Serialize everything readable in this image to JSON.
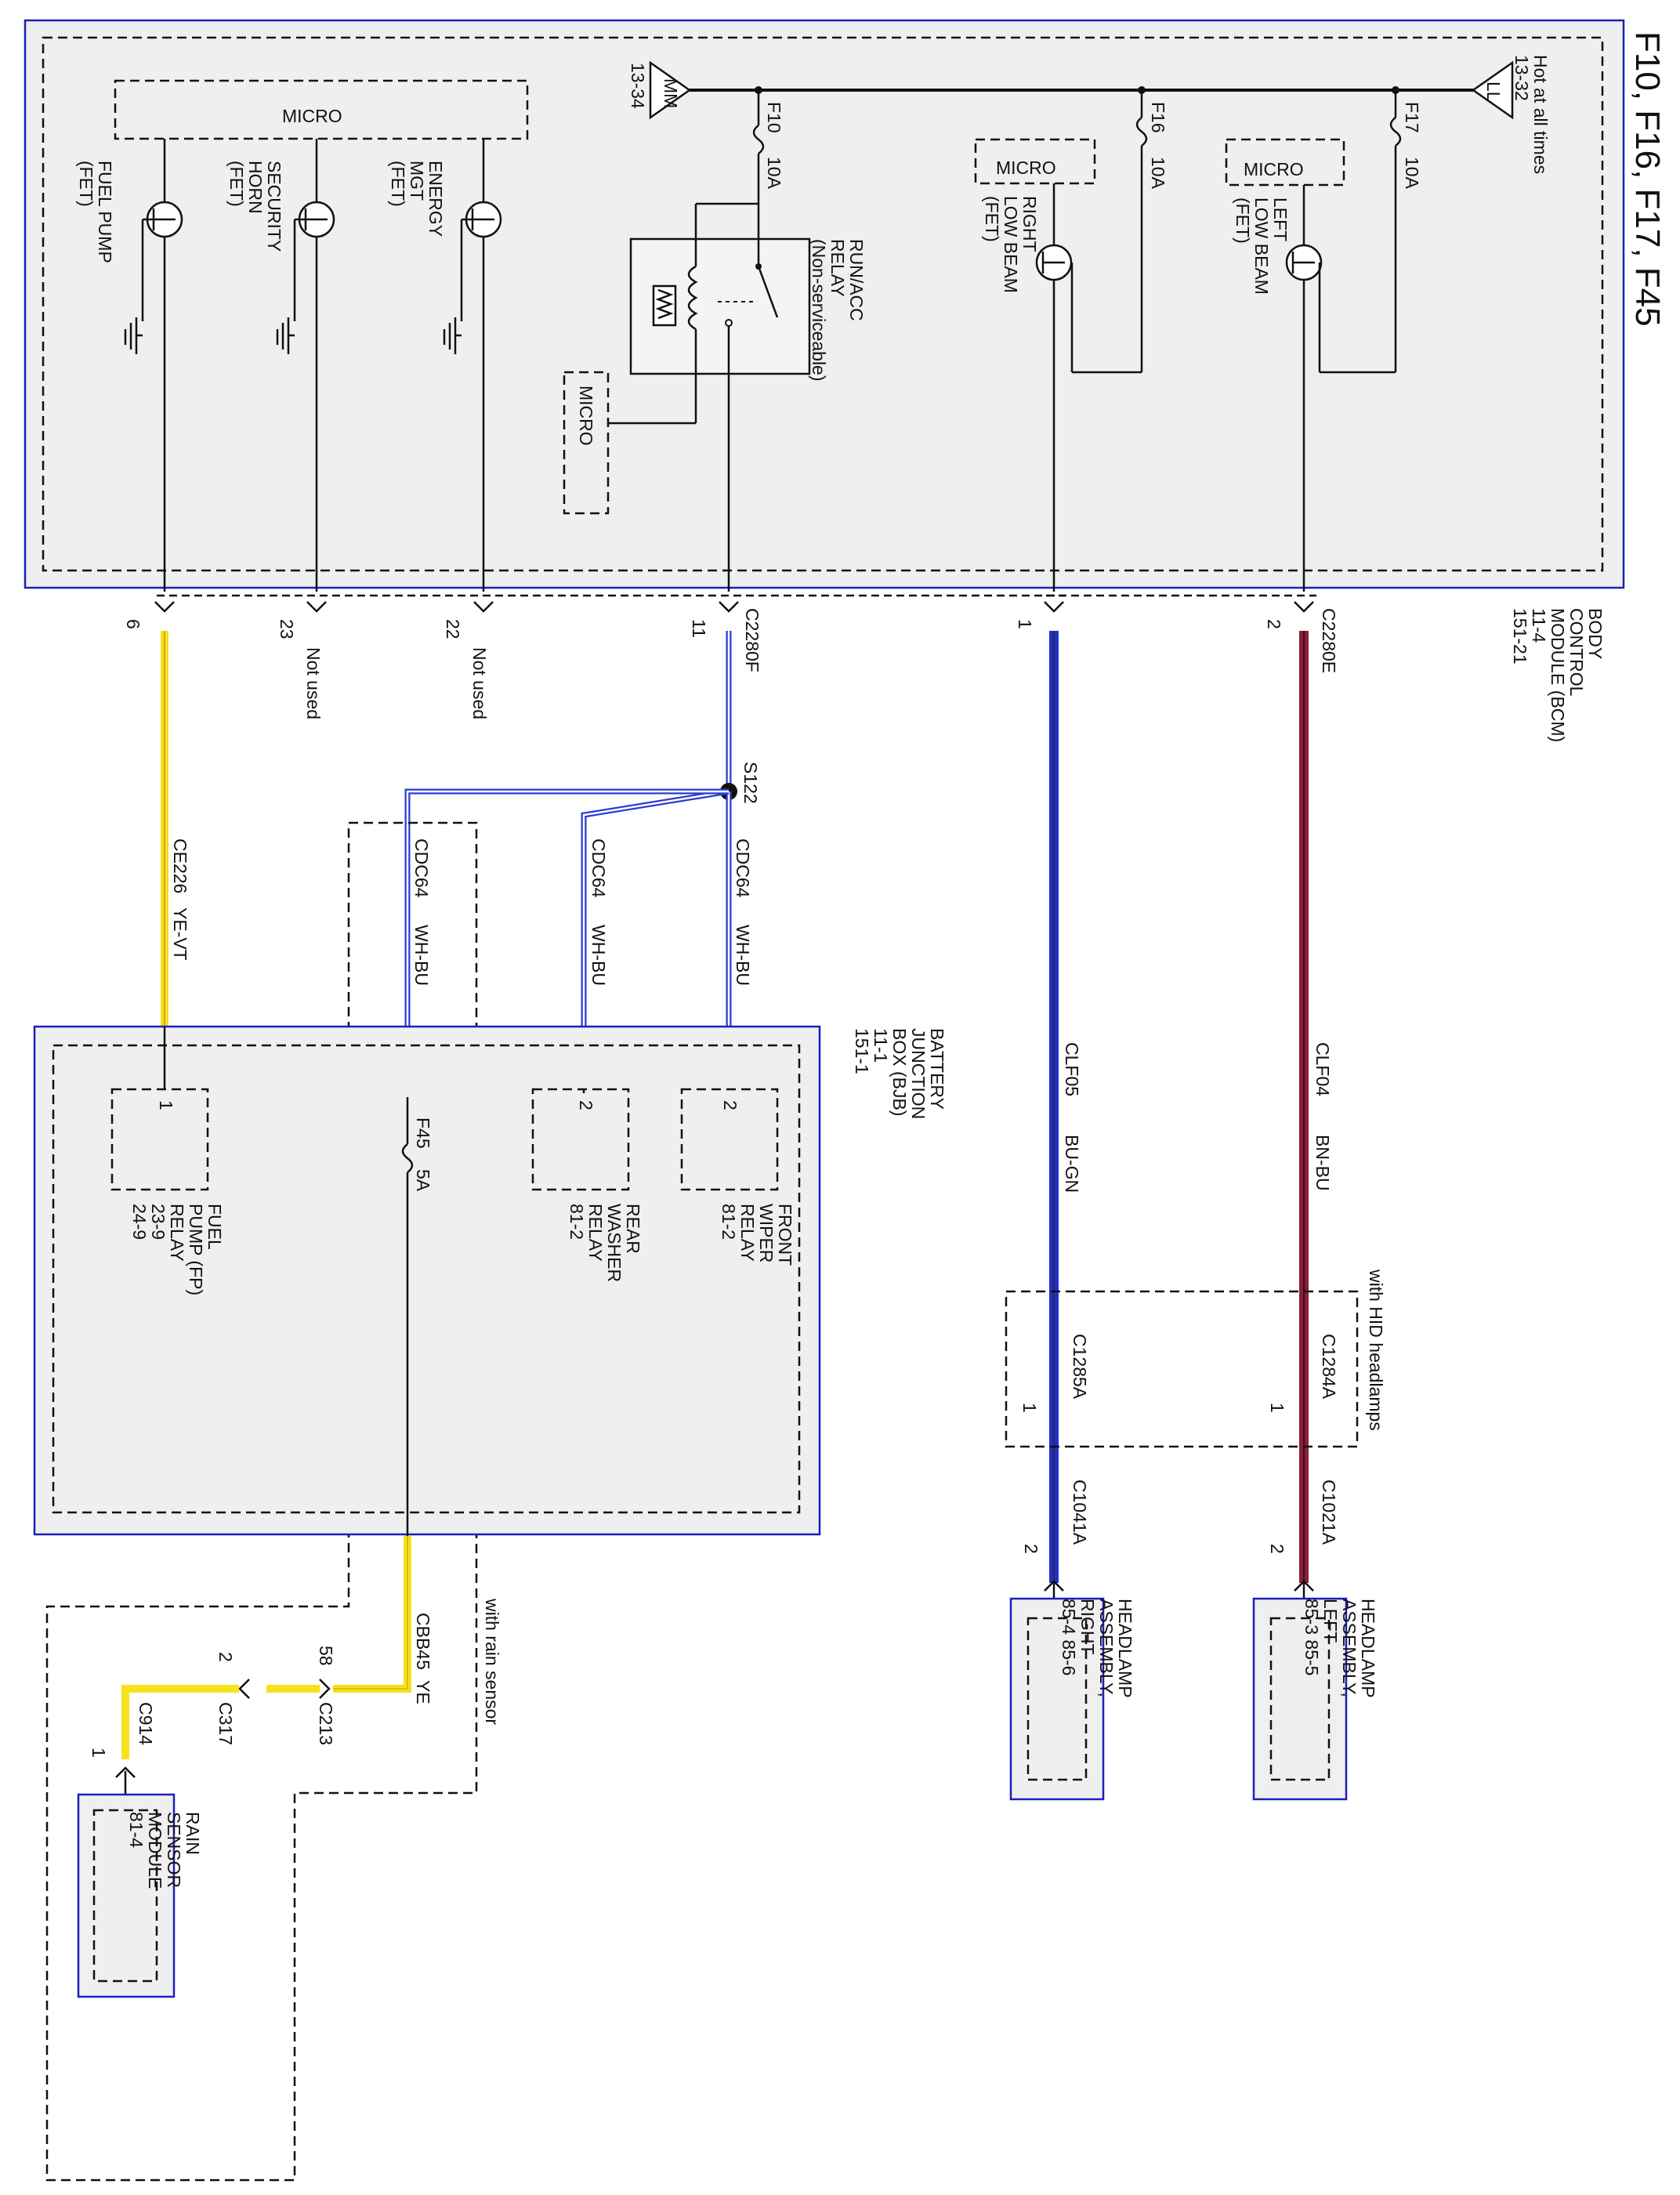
{
  "title": "F10, F16, F17, F45",
  "bcm": {
    "hot_label": "Hot at all times",
    "hot_ref": "13-32",
    "hot_tag": "LL",
    "mm_tag": "MM",
    "mm_ref": "13-34",
    "fuse_f10": "F10",
    "fuse_f10_amp": "10A",
    "fuse_f16": "F16",
    "fuse_f16_amp": "10A",
    "fuse_f17": "F17",
    "fuse_f17_amp": "10A",
    "micro_top": "MICRO",
    "micro_right_beam": "MICRO",
    "micro_left_beam": "MICRO",
    "micro_relay": "MICRO",
    "fuel_pump_fet": [
      "FUEL PUMP",
      "(FET)"
    ],
    "security_horn_fet": [
      "SECURITY",
      "HORN",
      "(FET)"
    ],
    "energy_mgt_fet": [
      "ENERGY",
      "MGT",
      "(FET)"
    ],
    "run_acc_relay": [
      "RUN/ACC",
      "RELAY",
      "(Non-serviceable)"
    ],
    "right_low_beam_fet": [
      "RIGHT",
      "LOW BEAM",
      "(FET)"
    ],
    "left_low_beam_fet": [
      "LEFT",
      "LOW BEAM",
      "(FET)"
    ],
    "module_name": [
      "BODY",
      "CONTROL",
      "MODULE (BCM)",
      "11-4",
      "151-21"
    ]
  },
  "connectors": {
    "c2280f": "C2280F",
    "c2280e": "C2280E",
    "pin_6": "6",
    "pin_23": "23",
    "pin_22": "22",
    "pin_11": "11",
    "pin_1": "1",
    "pin_2": "2",
    "not_used_23": "Not used",
    "not_used_22": "Not used"
  },
  "wires": {
    "ce226": "CE226",
    "ce226_color": "YE-VT",
    "cdc64_a": "CDC64",
    "cdc64_a_color": "WH-BU",
    "cdc64_b": "CDC64",
    "cdc64_b_color": "WH-BU",
    "cdc64_c": "CDC64",
    "cdc64_c_color": "WH-BU",
    "clf05": "CLF05",
    "clf05_color": "BU-GN",
    "clf04": "CLF04",
    "clf04_color": "BN-BU",
    "cbb45": "CBB45",
    "cbb45_color": "YE",
    "splice": "S122"
  },
  "bjb": {
    "module_name": [
      "BATTERY",
      "JUNCTION",
      "BOX (BJB)",
      "11-1",
      "151-1"
    ],
    "fuel_pump_relay": [
      "FUEL",
      "PUMP (FP)",
      "RELAY",
      "23-9",
      "24-9"
    ],
    "fuel_pump_relay_pin": "1",
    "rear_washer_relay": [
      "REAR",
      "WASHER",
      "RELAY",
      "81-2"
    ],
    "rear_washer_relay_pin": "2",
    "front_wiper_relay": [
      "FRONT",
      "WIPER",
      "RELAY",
      "81-2"
    ],
    "front_wiper_relay_pin": "2",
    "fuse_f45": "F45",
    "fuse_f45_amp": "5A"
  },
  "hid": {
    "label": "with HID headlamps",
    "c1285a": "C1285A",
    "c1284a": "C1284A",
    "pin_1a": "1",
    "pin_1b": "1"
  },
  "headlamps": {
    "c1041a": "C1041A",
    "c1021a": "C1021A",
    "pin_2a": "2",
    "pin_2b": "2",
    "right": [
      "HEADLAMP",
      "ASSEMBLY,",
      "RIGHT",
      "85-4  85-6"
    ],
    "left": [
      "HEADLAMP",
      "ASSEMBLY,",
      "LEFT",
      "85-3  85-5"
    ]
  },
  "rain": {
    "label": "with rain sensor",
    "c213": "C213",
    "c213_pin": "58",
    "c317": "C317",
    "c317_pin": "2",
    "c914": "C914",
    "c914_pin": "1",
    "module_name": [
      "RAIN",
      "SENSOR",
      "MODULE",
      "81-4"
    ]
  },
  "colors": {
    "outline_blue": "#1e1ebd",
    "wire_yellow": "#f4e21c",
    "wire_yellow_violet": "#e8d21a",
    "wire_blue": "#1f2fcf",
    "wire_brown": "#8b1f3a",
    "wire_white_blue": "#2b3bd0"
  }
}
